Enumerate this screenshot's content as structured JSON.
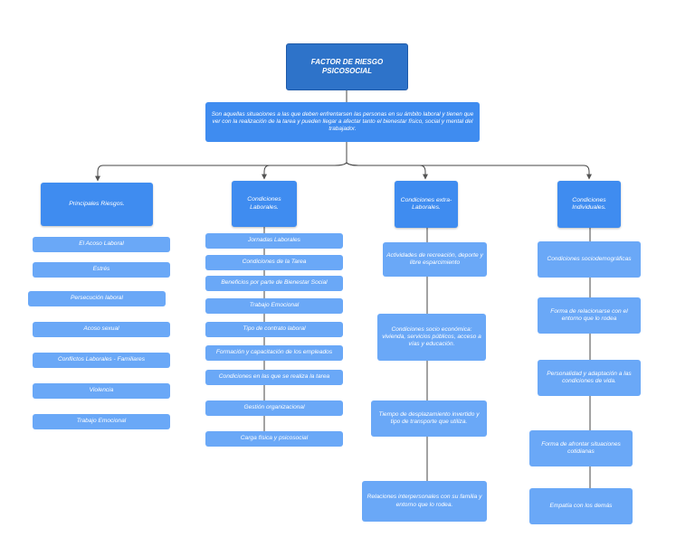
{
  "title": "FACTOR DE RIESGO PSICOSOCIAL",
  "description": "Son aquellas situaciones a las que deben enfrentarsen las personas en su ámbito laboral y tienen que ver con la realización de la tarea y pueden llegar a afectar tanto el bienestar físico, social y mental del trabajador.",
  "columns": [
    {
      "heading": "Principales Riesgos.",
      "items": [
        "El Acoso Laboral",
        "Estrés",
        "Persecución laboral",
        "Acoso sexual",
        "Conflictos Laborales - Familiares",
        "Violencia",
        "Trabajo Emocional"
      ]
    },
    {
      "heading": "Condiciones Laborales.",
      "items": [
        "Jornadas Laborales",
        "Condiciones de la Tarea",
        "Beneficios por parte de Bienestar Social",
        "Trabajo Emocional",
        "Tipo de contrato laboral",
        "Formación y capacitación de los empleados",
        "Condiciones en las que se realiza la tarea",
        "Gestión organizacional",
        "Carga física y psicosocial"
      ]
    },
    {
      "heading": "Condiciones extra-Laborales.",
      "items": [
        "Actividades de recreación, deporte y libre esparcimiento",
        "Condiciones socio económica: vivienda, servicios públicos, acceso a vías y educación.",
        "Tiempo de desplazamiento invertido y tipo de transporte que utiliza.",
        "Relaciones interpersonales con su familia y entorno que lo rodea."
      ]
    },
    {
      "heading": "Condiciones Individuales.",
      "items": [
        "Condiciones sociodemográficas",
        "Forma de relacionarse con el entorno que lo rodea",
        "Personalidad y adaptación a las condiciones de vida.",
        "Forma de afrontar situaciones cotidianas",
        "Empatía con los demás"
      ]
    }
  ]
}
